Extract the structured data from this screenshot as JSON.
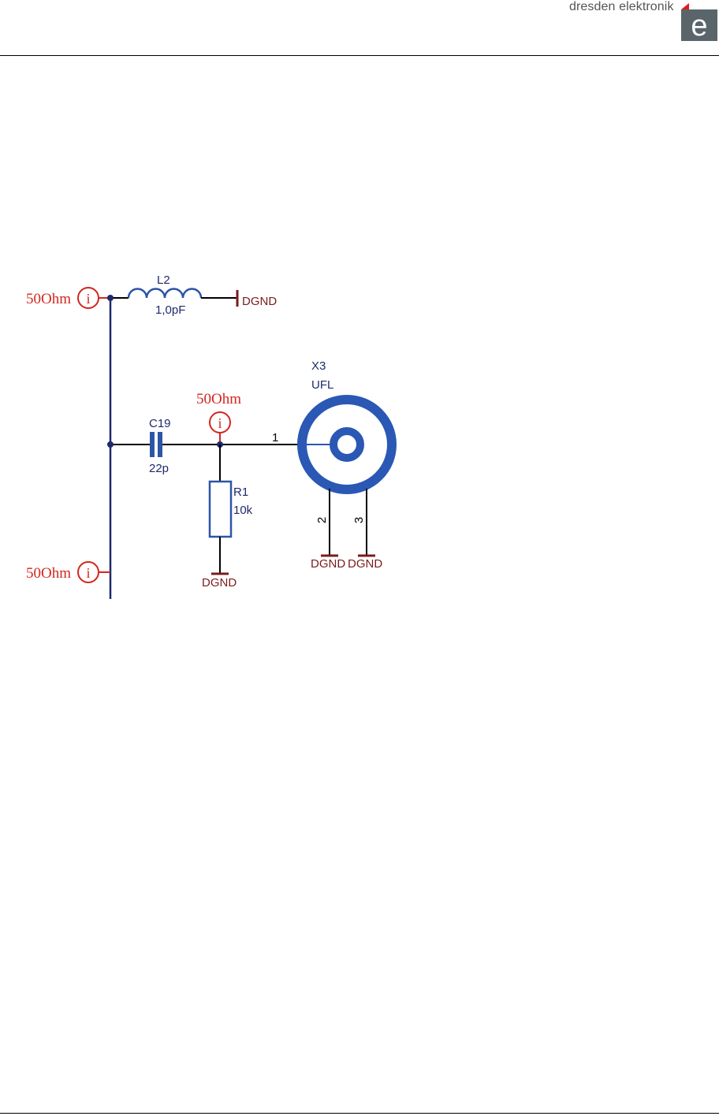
{
  "header": {
    "brand_name": "dresden elektronik",
    "logo_letter": "e"
  },
  "colors": {
    "wire": "#1f2a6b",
    "component": "#2d55a6",
    "ground": "#7a1c1c",
    "net_label": "#d3261f",
    "connector": "#2a58b4"
  },
  "schematic": {
    "net_labels": {
      "top_left": "50Ohm",
      "middle": "50Ohm",
      "bottom_left": "50Ohm",
      "marker_glyph": "i"
    },
    "inductor": {
      "name": "L2",
      "value": "1,0pF"
    },
    "capacitor": {
      "name": "C19",
      "value": "22p"
    },
    "resistor": {
      "name": "R1",
      "value": "10k"
    },
    "connector": {
      "name": "X3",
      "value": "UFL",
      "pin1": "1",
      "pin2": "2",
      "pin3": "3"
    },
    "grounds": {
      "inductor_gnd": "DGND",
      "resistor_gnd": "DGND",
      "pin2_gnd": "DGND",
      "pin3_gnd": "DGND"
    }
  }
}
